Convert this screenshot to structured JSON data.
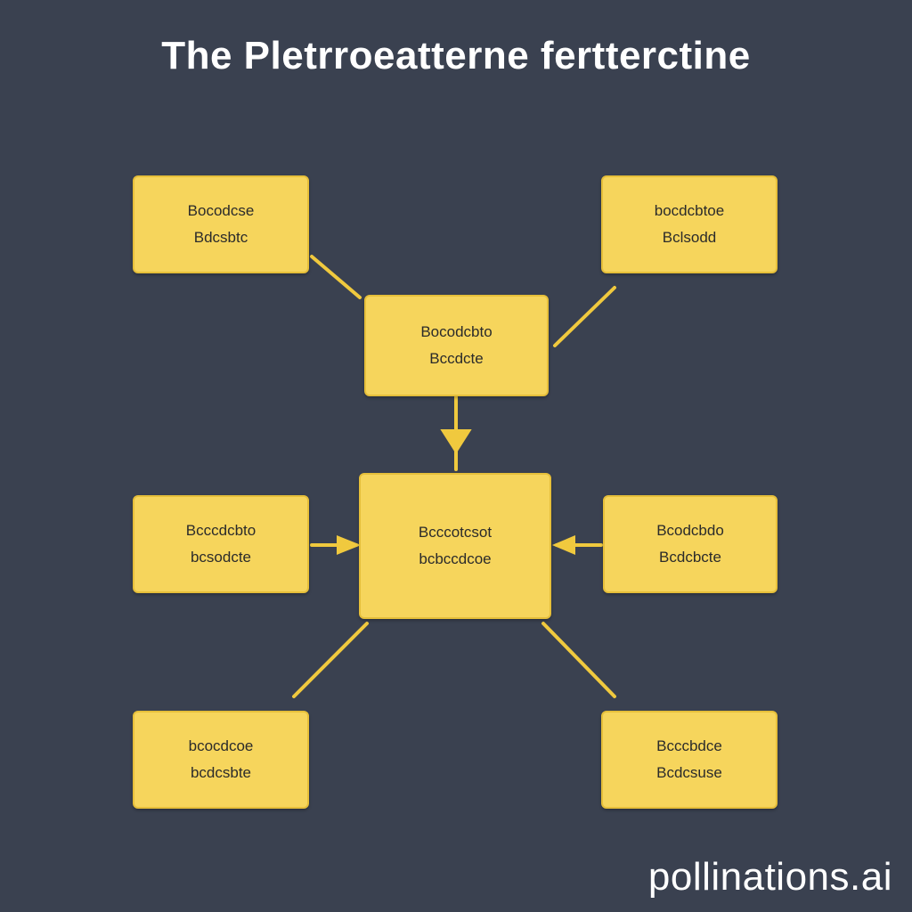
{
  "diagram": {
    "title": "The Pletrroeatterne fertterctine",
    "accent_color": "#f6d55c",
    "line_color": "#f0c93e",
    "background_color": "#3a4150",
    "nodes": [
      {
        "id": "top-left",
        "lines": [
          "Bocodcse",
          "Bdcsbtc"
        ]
      },
      {
        "id": "top-right",
        "lines": [
          "bocdcbtoe",
          "Bclsodd"
        ]
      },
      {
        "id": "upper-center",
        "lines": [
          "Bocodcbto",
          "Bccdcte"
        ]
      },
      {
        "id": "center",
        "lines": [
          "Bcccotcsot",
          "bcbccdcoe"
        ]
      },
      {
        "id": "middle-left",
        "lines": [
          "Bcccdcbto",
          "bcsodcte"
        ]
      },
      {
        "id": "middle-right",
        "lines": [
          "Bcodcbdo",
          "Bcdcbcte"
        ]
      },
      {
        "id": "bottom-left",
        "lines": [
          "bcocdcoe",
          "bcdcsbte"
        ]
      },
      {
        "id": "bottom-right",
        "lines": [
          "Bcccbdce",
          "Bcdcsuse"
        ]
      }
    ]
  },
  "watermark": "pollinations.ai"
}
